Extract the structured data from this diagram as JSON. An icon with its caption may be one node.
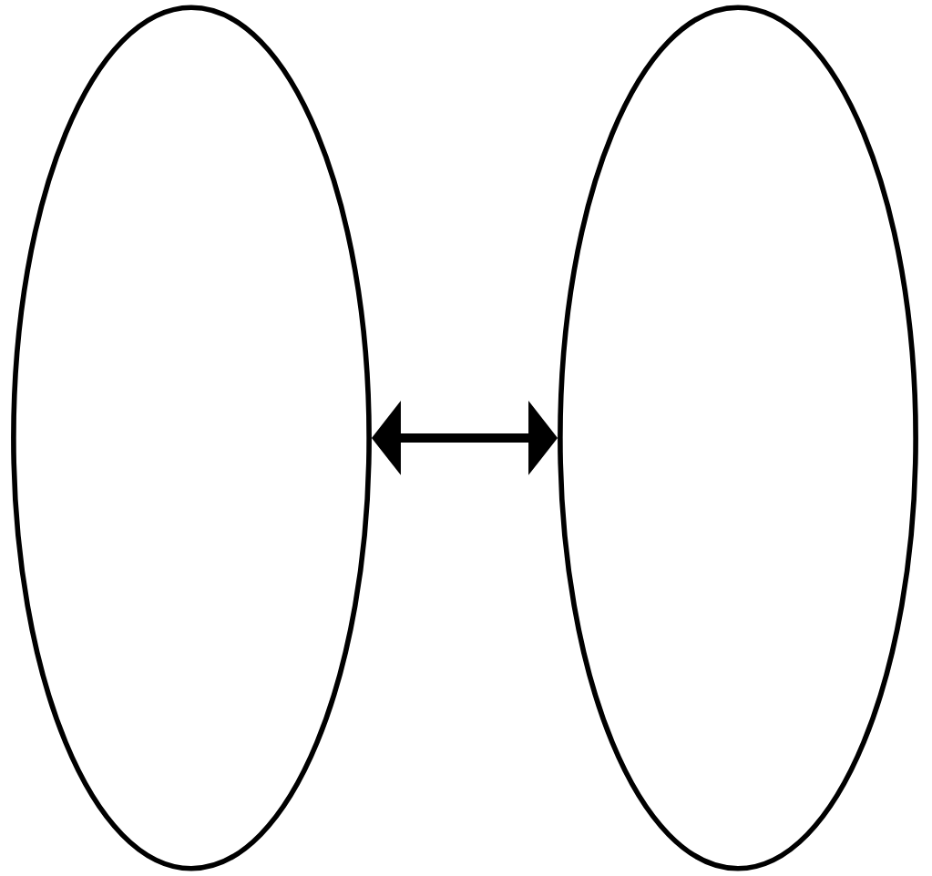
{
  "diagram": {
    "nodes": [
      {
        "text": [],
        "shape": "ellipse"
      },
      {
        "text": [],
        "shape": "ellipse"
      }
    ],
    "edges": [
      {
        "from": 0,
        "to": 1,
        "arrow": "both"
      }
    ]
  }
}
